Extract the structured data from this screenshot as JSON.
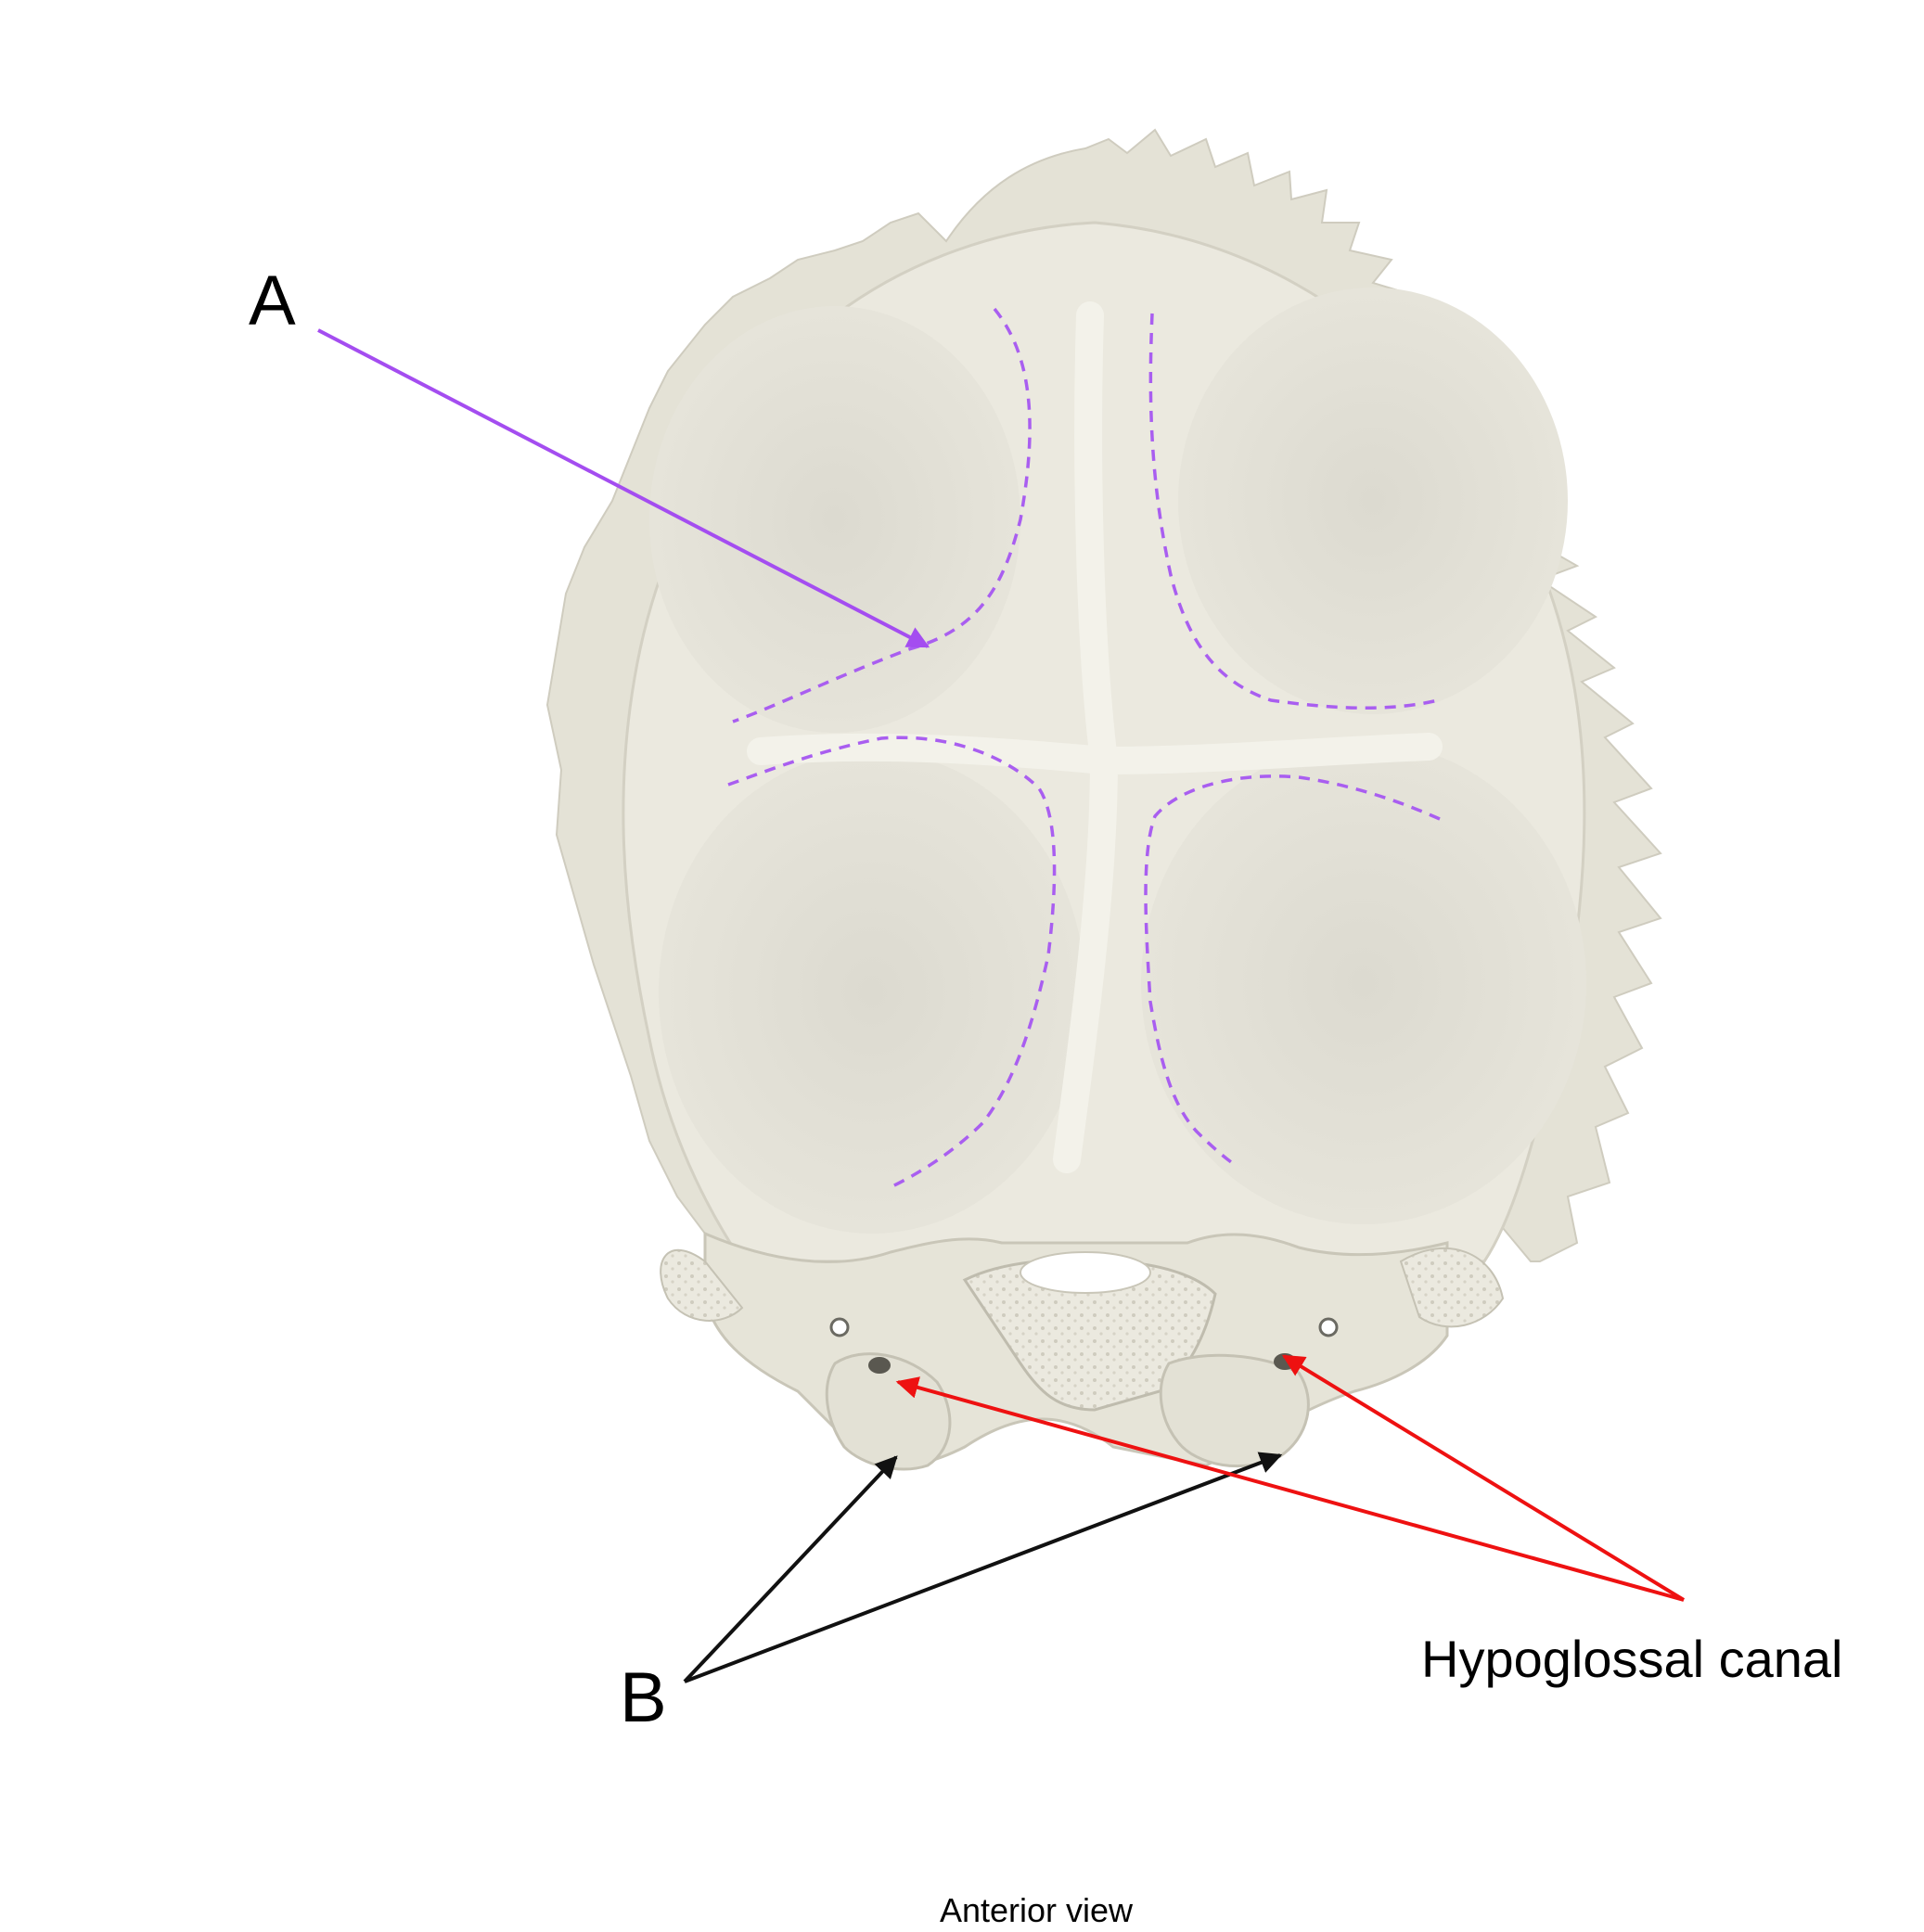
{
  "labels": {
    "a": "A",
    "b": "B",
    "hypoglossal": "Hypoglossal canal"
  },
  "caption": "Anterior view",
  "colors": {
    "background": "#ffffff",
    "bone": "#e9e7dc",
    "bone_shadow": "#d2cfc2",
    "fossa_line": "#a95ef0",
    "arrow_a": "#a44df0",
    "arrow_b": "#111111",
    "arrow_hypoglossal": "#ee1111"
  }
}
